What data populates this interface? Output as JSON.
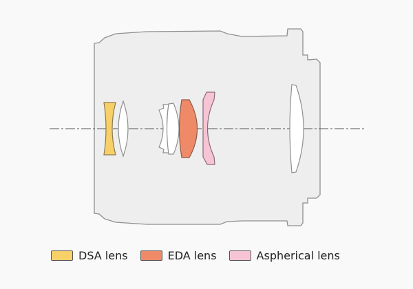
{
  "diagram": {
    "title_visible": false,
    "elements": [
      "housing",
      "optical-axis",
      "lens-1-dsa",
      "lens-2",
      "lens-3",
      "lens-4",
      "lens-5-eda",
      "lens-6-aspherical",
      "lens-7"
    ]
  },
  "legend": [
    {
      "label": "DSA lens",
      "color": "#f8d068"
    },
    {
      "label": "EDA lens",
      "color": "#ef8a68"
    },
    {
      "label": "Aspherical lens",
      "color": "#f6c4d4"
    }
  ],
  "colors": {
    "housing": "#eeeeee",
    "outline": "#8f8f8f",
    "clear_lens": "#ffffff"
  }
}
